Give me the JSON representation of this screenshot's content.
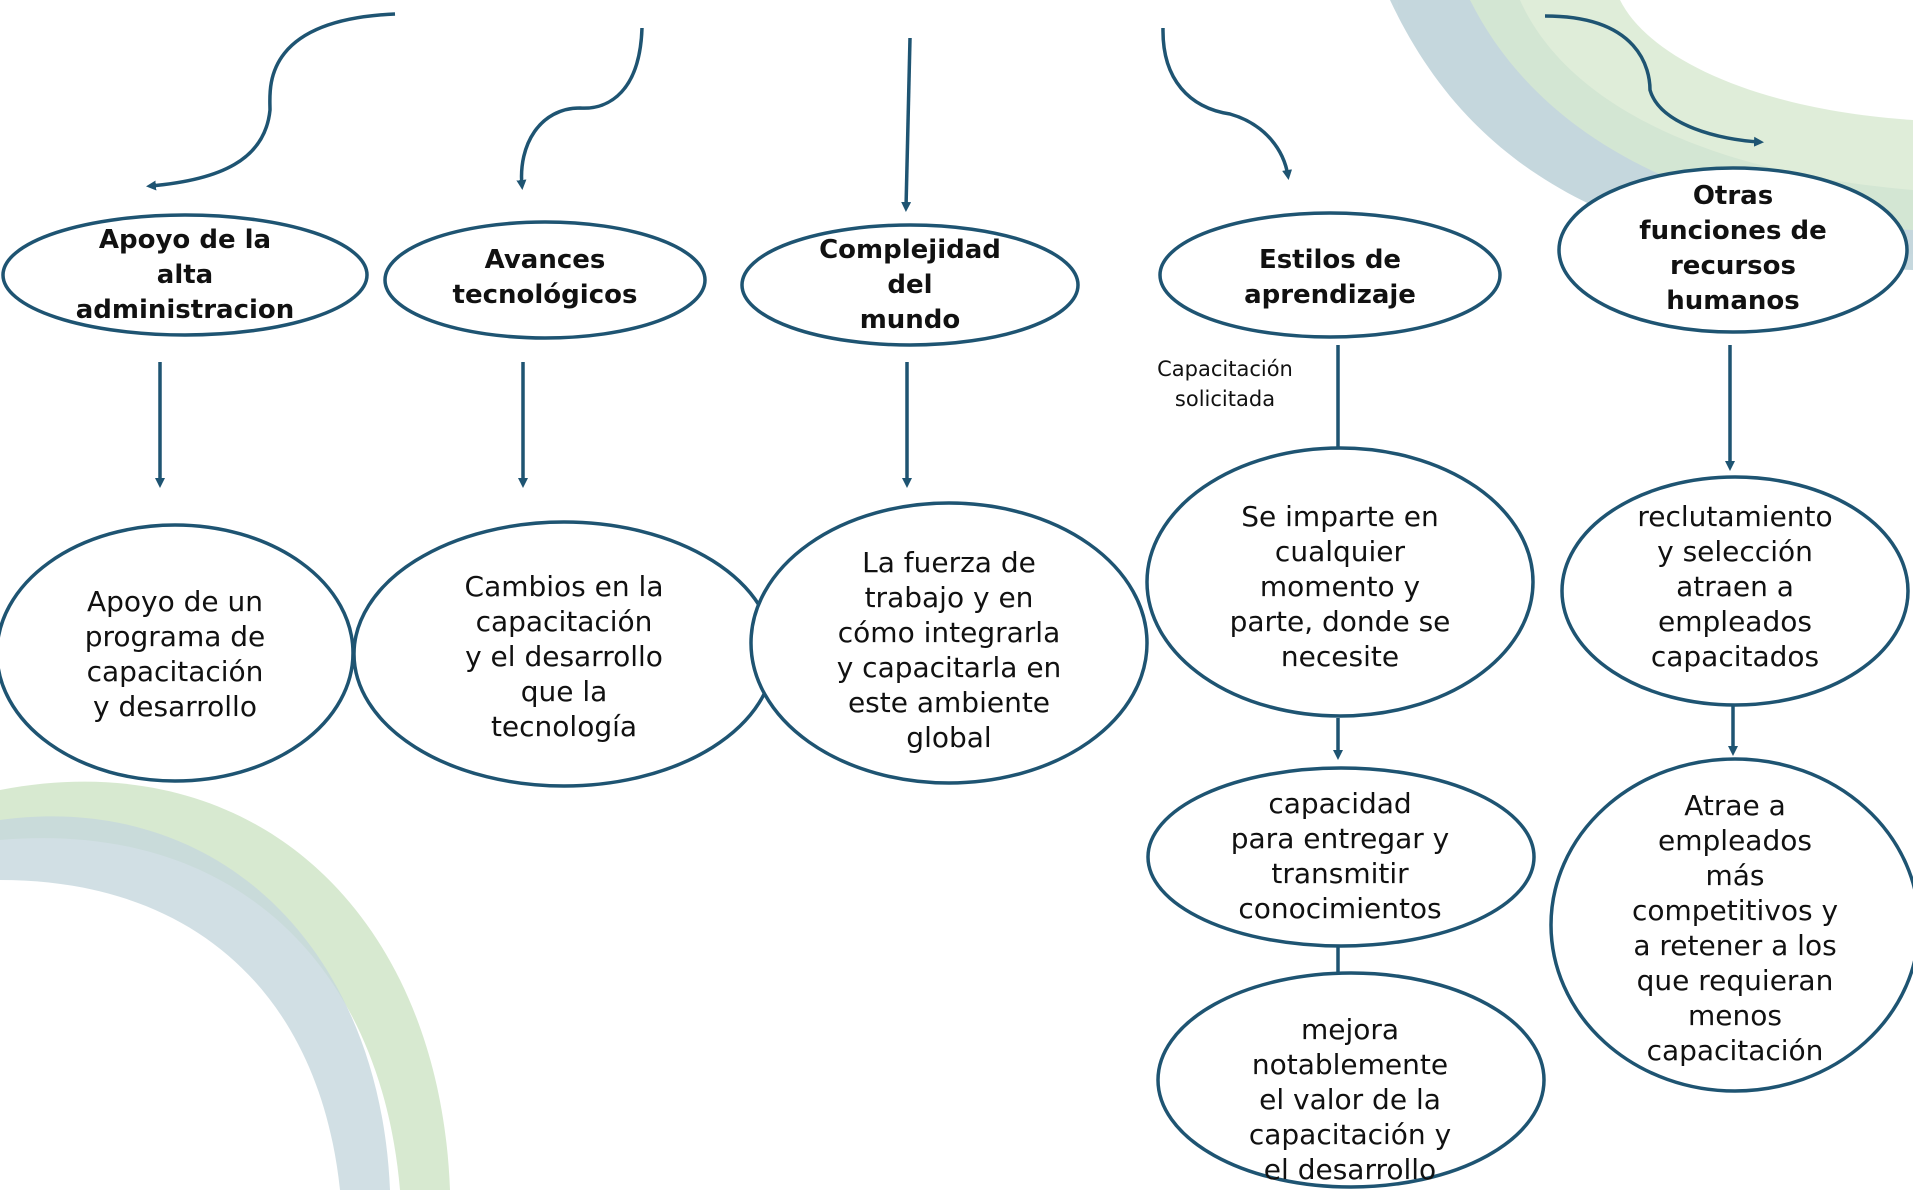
{
  "colors": {
    "stroke": "#1e5472",
    "text": "#111111",
    "decor_green": "#8fc27a",
    "decor_teal": "#5c8fa0"
  },
  "diagram": {
    "headers": [
      {
        "text": "Apoyo de la\nalta\nadministracion"
      },
      {
        "text": "Avances\ntecnológicos"
      },
      {
        "text": "Complejidad\ndel\nmundo"
      },
      {
        "text": "Estilos de\naprendizaje"
      },
      {
        "text": "Otras\nfunciones de\nrecursos\nhumanos"
      }
    ],
    "details": [
      {
        "text": "Apoyo de un\nprograma de\ncapacitación\ny desarrollo"
      },
      {
        "text": "Cambios en la\ncapacitación\ny el desarrollo\nque la\ntecnología"
      },
      {
        "text": "La fuerza de\ntrabajo y en\ncómo integrarla\ny capacitarla en\neste ambiente\nglobal"
      },
      {
        "text": "Se imparte en\ncualquier\nmomento y\nparte, donde se\nnecesite"
      },
      {
        "text": "capacidad\npara entregar y\ntransmitir\nconocimientos"
      },
      {
        "text": "mejora\nnotablemente\nel valor de la\ncapacitación y\nel desarrollo"
      },
      {
        "text": "reclutamiento\ny selección\natraen a\nempleados\ncapacitados"
      },
      {
        "text": "Atrae a\nempleados\nmás\ncompetitivos y\na retener a los\nque requieran\nmenos\ncapacitación"
      }
    ],
    "note": "Capacitación\nsolicitada"
  }
}
